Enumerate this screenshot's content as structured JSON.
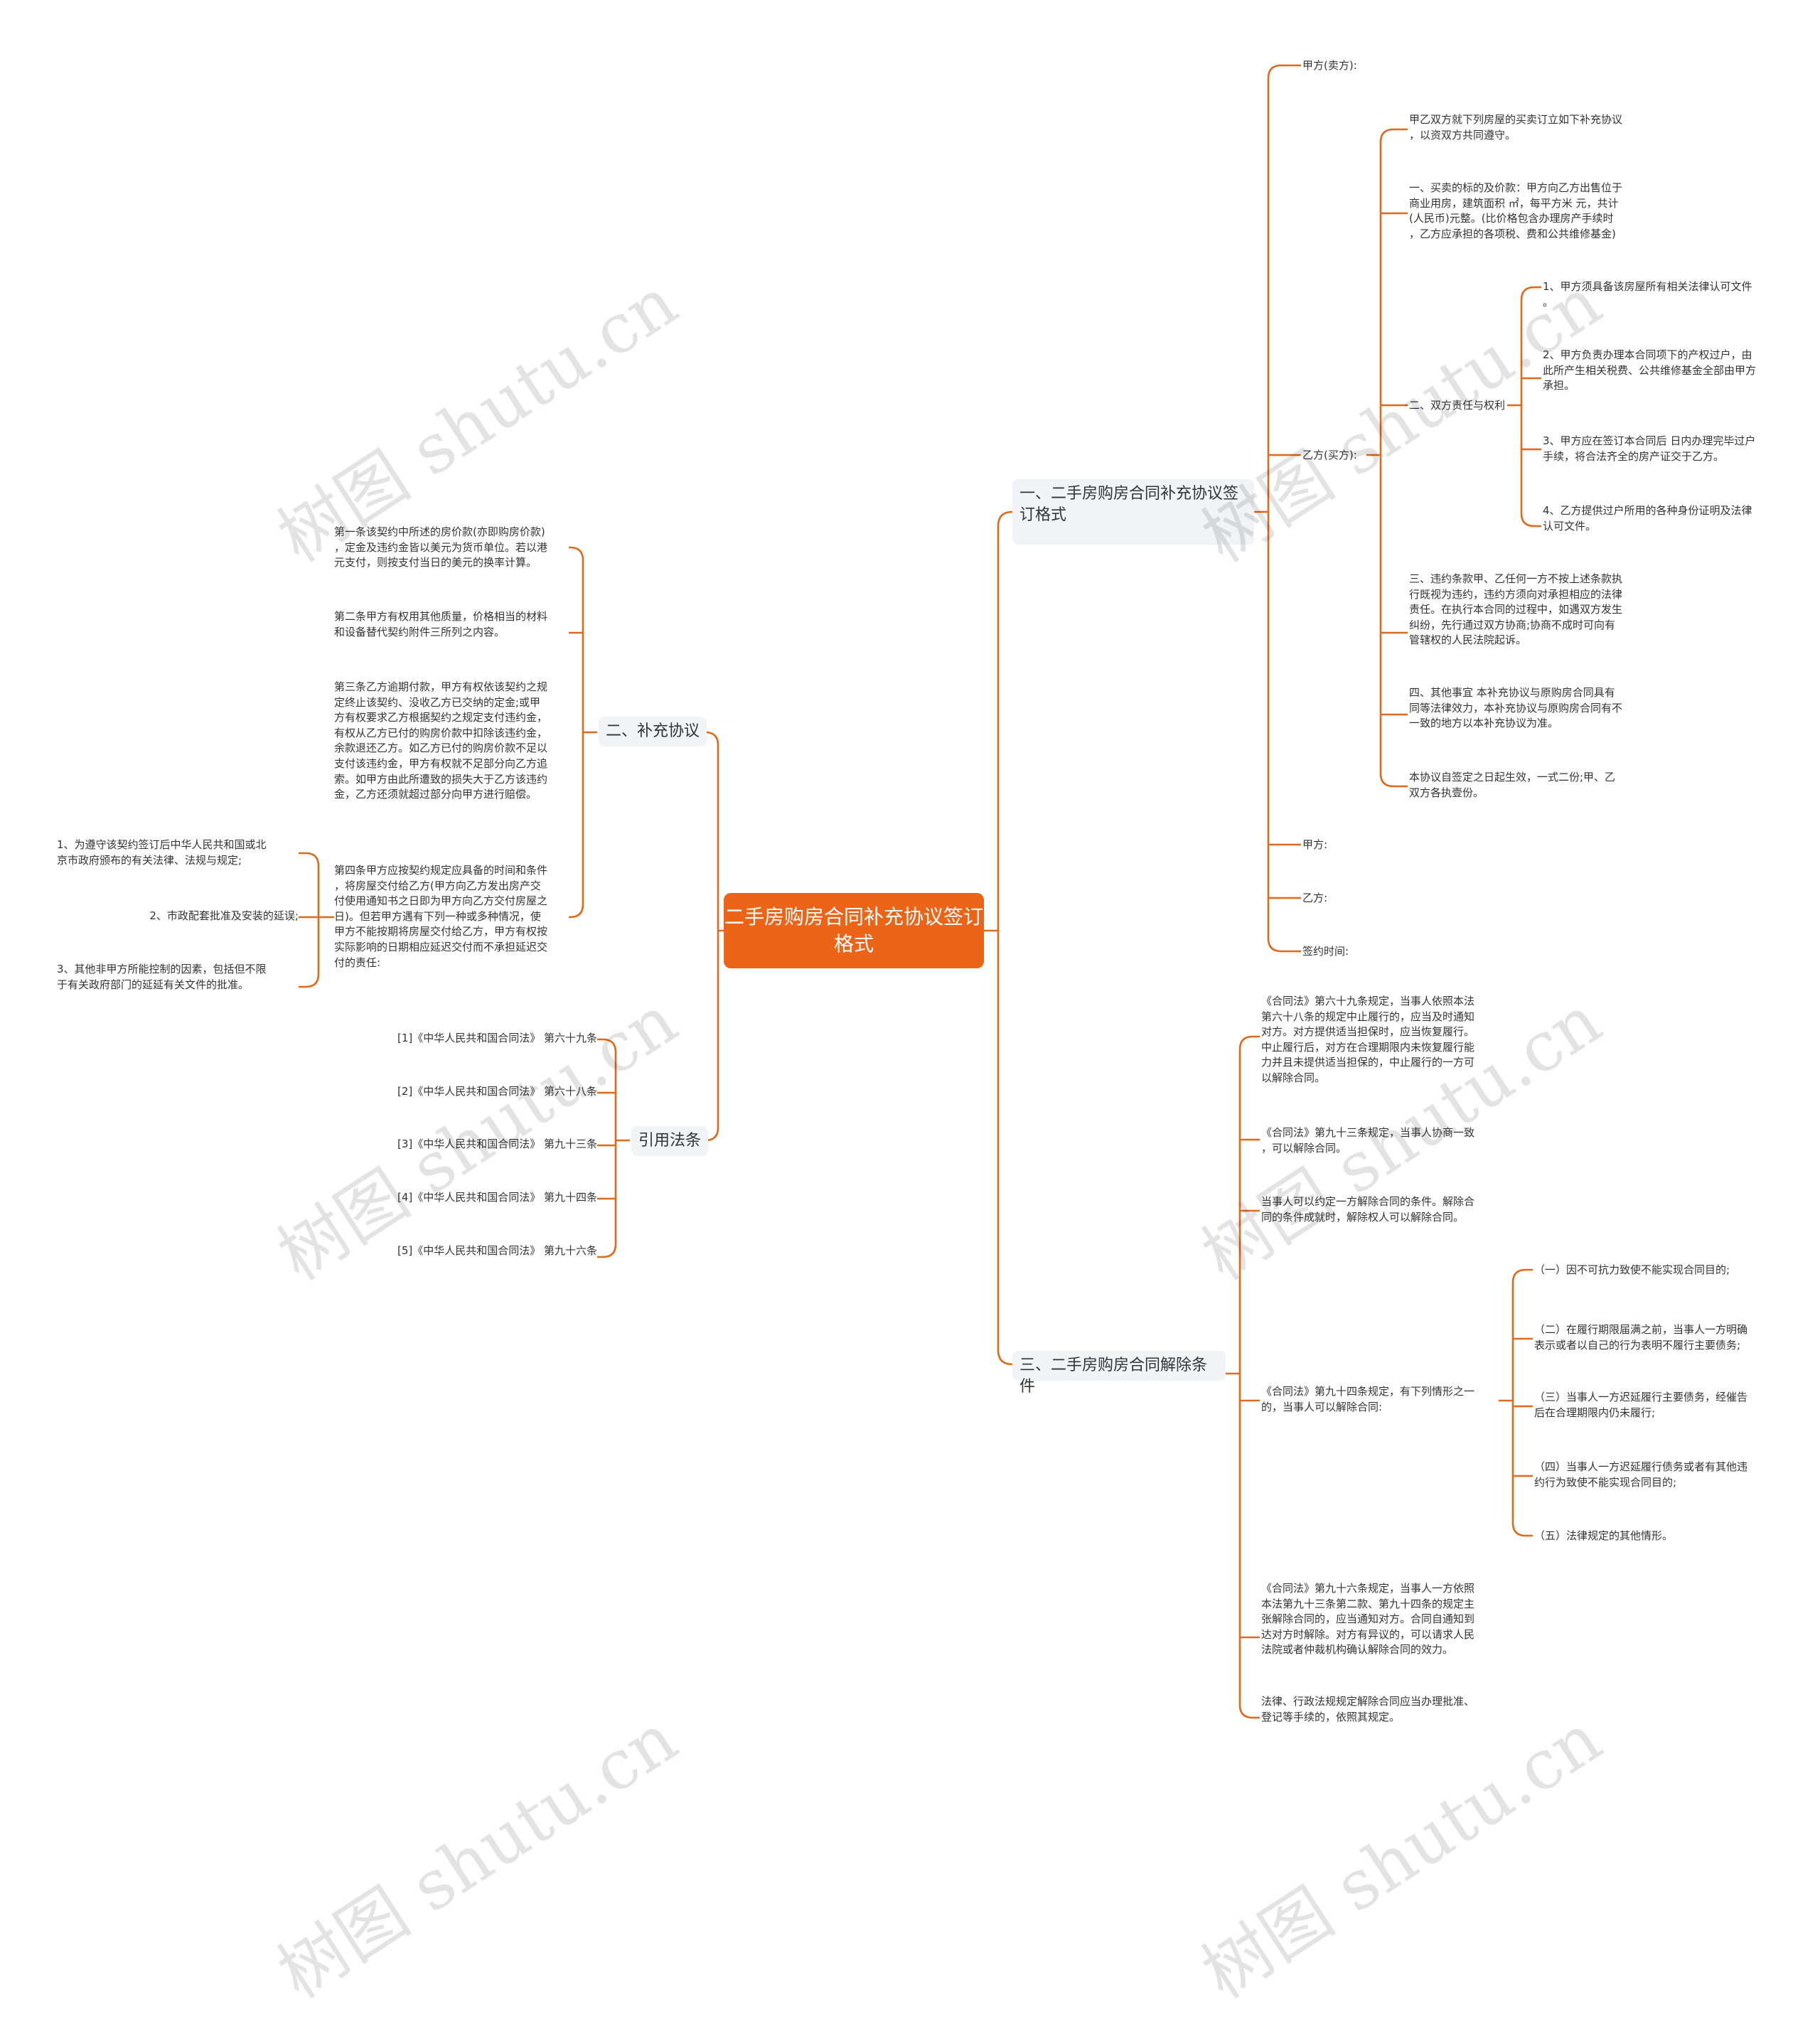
{
  "root": "二手房购房合同补充协议签订格式",
  "right": {
    "branch1": {
      "label": "一、二手房购房合同补充协议签订格式",
      "party_a": "甲方(卖方):",
      "party_b": "乙方(买方):",
      "intro": "甲乙双方就下列房屋的买卖订立如下补充协议\n，以资双方共同遵守。",
      "item1": "一、买卖的标的及价款：甲方向乙方出售位于\n 商业用房，建筑面积 ㎡，每平方米 元，共计\n(人民币)元整。(比价格包含办理房产手续时\n，乙方应承担的各项税、费和公共维修基金)",
      "item2": "二、双方责任与权利",
      "item2_subs": [
        "1、甲方须具备该房屋所有相关法律认可文件\n。",
        "2、甲方负责办理本合同项下的产权过户，由\n此所产生相关税费、公共维修基金全部由甲方\n承担。",
        "3、甲方应在签订本合同后 日内办理完毕过户\n手续，将合法齐全的房产证交于乙方。",
        "4、乙方提供过户所用的各种身份证明及法律\n认可文件。"
      ],
      "item3": "三、违约条款甲、乙任何一方不按上述条款执\n行既视为违约，违约方须向对承担相应的法律\n责任。在执行本合同的过程中，如遇双方发生\n纠纷，先行通过双方协商;协商不成时可向有\n管辖权的人民法院起诉。",
      "item4": "四、其他事宜 本补充协议与原购房合同具有\n同等法律效力，本补充协议与原购房合同有不\n一致的地方以本补充协议为准。",
      "effect": "本协议自签定之日起生效，一式二份;甲、乙\n双方各执壹份。",
      "sign_a": "甲方:",
      "sign_b": "乙方:",
      "sign_time": "签约时间:"
    },
    "branch3": {
      "label": "三、二手房购房合同解除条件",
      "p1": "《合同法》第六十九条规定，当事人依照本法\n第六十八条的规定中止履行的，应当及时通知\n对方。对方提供适当担保时，应当恢复履行。\n中止履行后，对方在合理期限内未恢复履行能\n力并且未提供适当担保的，中止履行的一方可\n以解除合同。",
      "p2": "《合同法》第九十三条规定，当事人协商一致\n，可以解除合同。",
      "p3": "当事人可以约定一方解除合同的条件。解除合\n同的条件成就时，解除权人可以解除合同。",
      "p4": "《合同法》第九十四条规定，有下列情形之一\n的，当事人可以解除合同:",
      "p4_subs": [
        "（一）因不可抗力致使不能实现合同目的;",
        "（二）在履行期限届满之前，当事人一方明确\n表示或者以自己的行为表明不履行主要债务;",
        "（三）当事人一方迟延履行主要债务，经催告\n后在合理期限内仍未履行;",
        "（四）当事人一方迟延履行债务或者有其他违\n约行为致使不能实现合同目的;",
        "（五）法律规定的其他情形。"
      ],
      "p5": "《合同法》第九十六条规定，当事人一方依照\n本法第九十三条第二款、第九十四条的规定主\n张解除合同的，应当通知对方。合同自通知到\n达对方时解除。对方有异议的，可以请求人民\n法院或者仲裁机构确认解除合同的效力。",
      "p6": "法律、行政法规规定解除合同应当办理批准、\n登记等手续的，依照其规定。"
    }
  },
  "left": {
    "branch2": {
      "label": "二、补充协议",
      "a1": "第一条该契约中所述的房价款(亦即购房价款)\n，定金及违约金皆以美元为货币单位。若以港\n元支付，则按支付当日的美元的换率计算。",
      "a2": "第二条甲方有权用其他质量，价格相当的材料\n和设备替代契约附件三所列之内容。",
      "a3": "第三条乙方逾期付款，甲方有权依该契约之规\n定终止该契约、没收乙方已交纳的定金;或甲\n方有权要求乙方根据契约之规定支付违约金，\n有权从乙方已付的购房价款中扣除该违约金，\n余款退还乙方。如乙方已付的购房价款不足以\n支付该违约金，甲方有权就不足部分向乙方追\n索。如甲方由此所遭致的损失大于乙方该违约\n金，乙方还须就超过部分向甲方进行赔偿。",
      "a4": "第四条甲方应按契约规定应具备的时间和条件\n，将房屋交付给乙方(甲方向乙方发出房产交\n付使用通知书之日即为甲方向乙方交付房屋之\n日)。但若甲方遇有下列一种或多种情况，使\n甲方不能按期将房屋交付给乙方，甲方有权按\n实际影响的日期相应延迟交付而不承担延迟交\n付的责任:",
      "a4_subs": [
        "1、为遵守该契约签订后中华人民共和国或北\n京市政府颁布的有关法律、法规与规定;",
        "2、市政配套批准及安装的延误;",
        "3、其他非甲方所能控制的因素，包括但不限\n于有关政府部门的延延有关文件的批准。"
      ]
    },
    "laws": {
      "label": "引用法条",
      "items": [
        "[1]《中华人民共和国合同法》 第六十九条",
        "[2]《中华人民共和国合同法》 第六十八条",
        "[3]《中华人民共和国合同法》 第九十三条",
        "[4]《中华人民共和国合同法》 第九十四条",
        "[5]《中华人民共和国合同法》 第九十六条"
      ]
    }
  },
  "watermark": "树图 shutu.cn",
  "colors": {
    "accent": "#ec6418",
    "line": "#e0691c",
    "branch_bg": "#f1f3f6",
    "text": "#333333"
  }
}
